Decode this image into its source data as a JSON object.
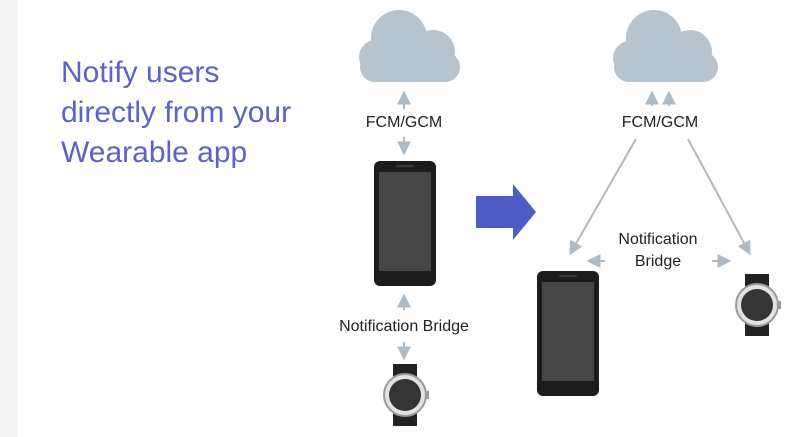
{
  "headline": {
    "lines": [
      "Notify users",
      "directly from your",
      "Wearable app"
    ]
  },
  "before": {
    "cloud_label": "FCM/GCM",
    "bridge_label": "Notification Bridge"
  },
  "after": {
    "cloud_label": "FCM/GCM",
    "bridge_label_line1": "Notification",
    "bridge_label_line2": "Bridge"
  },
  "colors": {
    "headline": "#5b63c4",
    "cloud": "#b7c4cd",
    "arrow_line": "#b0bac2",
    "transition_arrow": "#4d5cc6",
    "phone_body": "#1c1c1c",
    "phone_screen": "#464646"
  }
}
